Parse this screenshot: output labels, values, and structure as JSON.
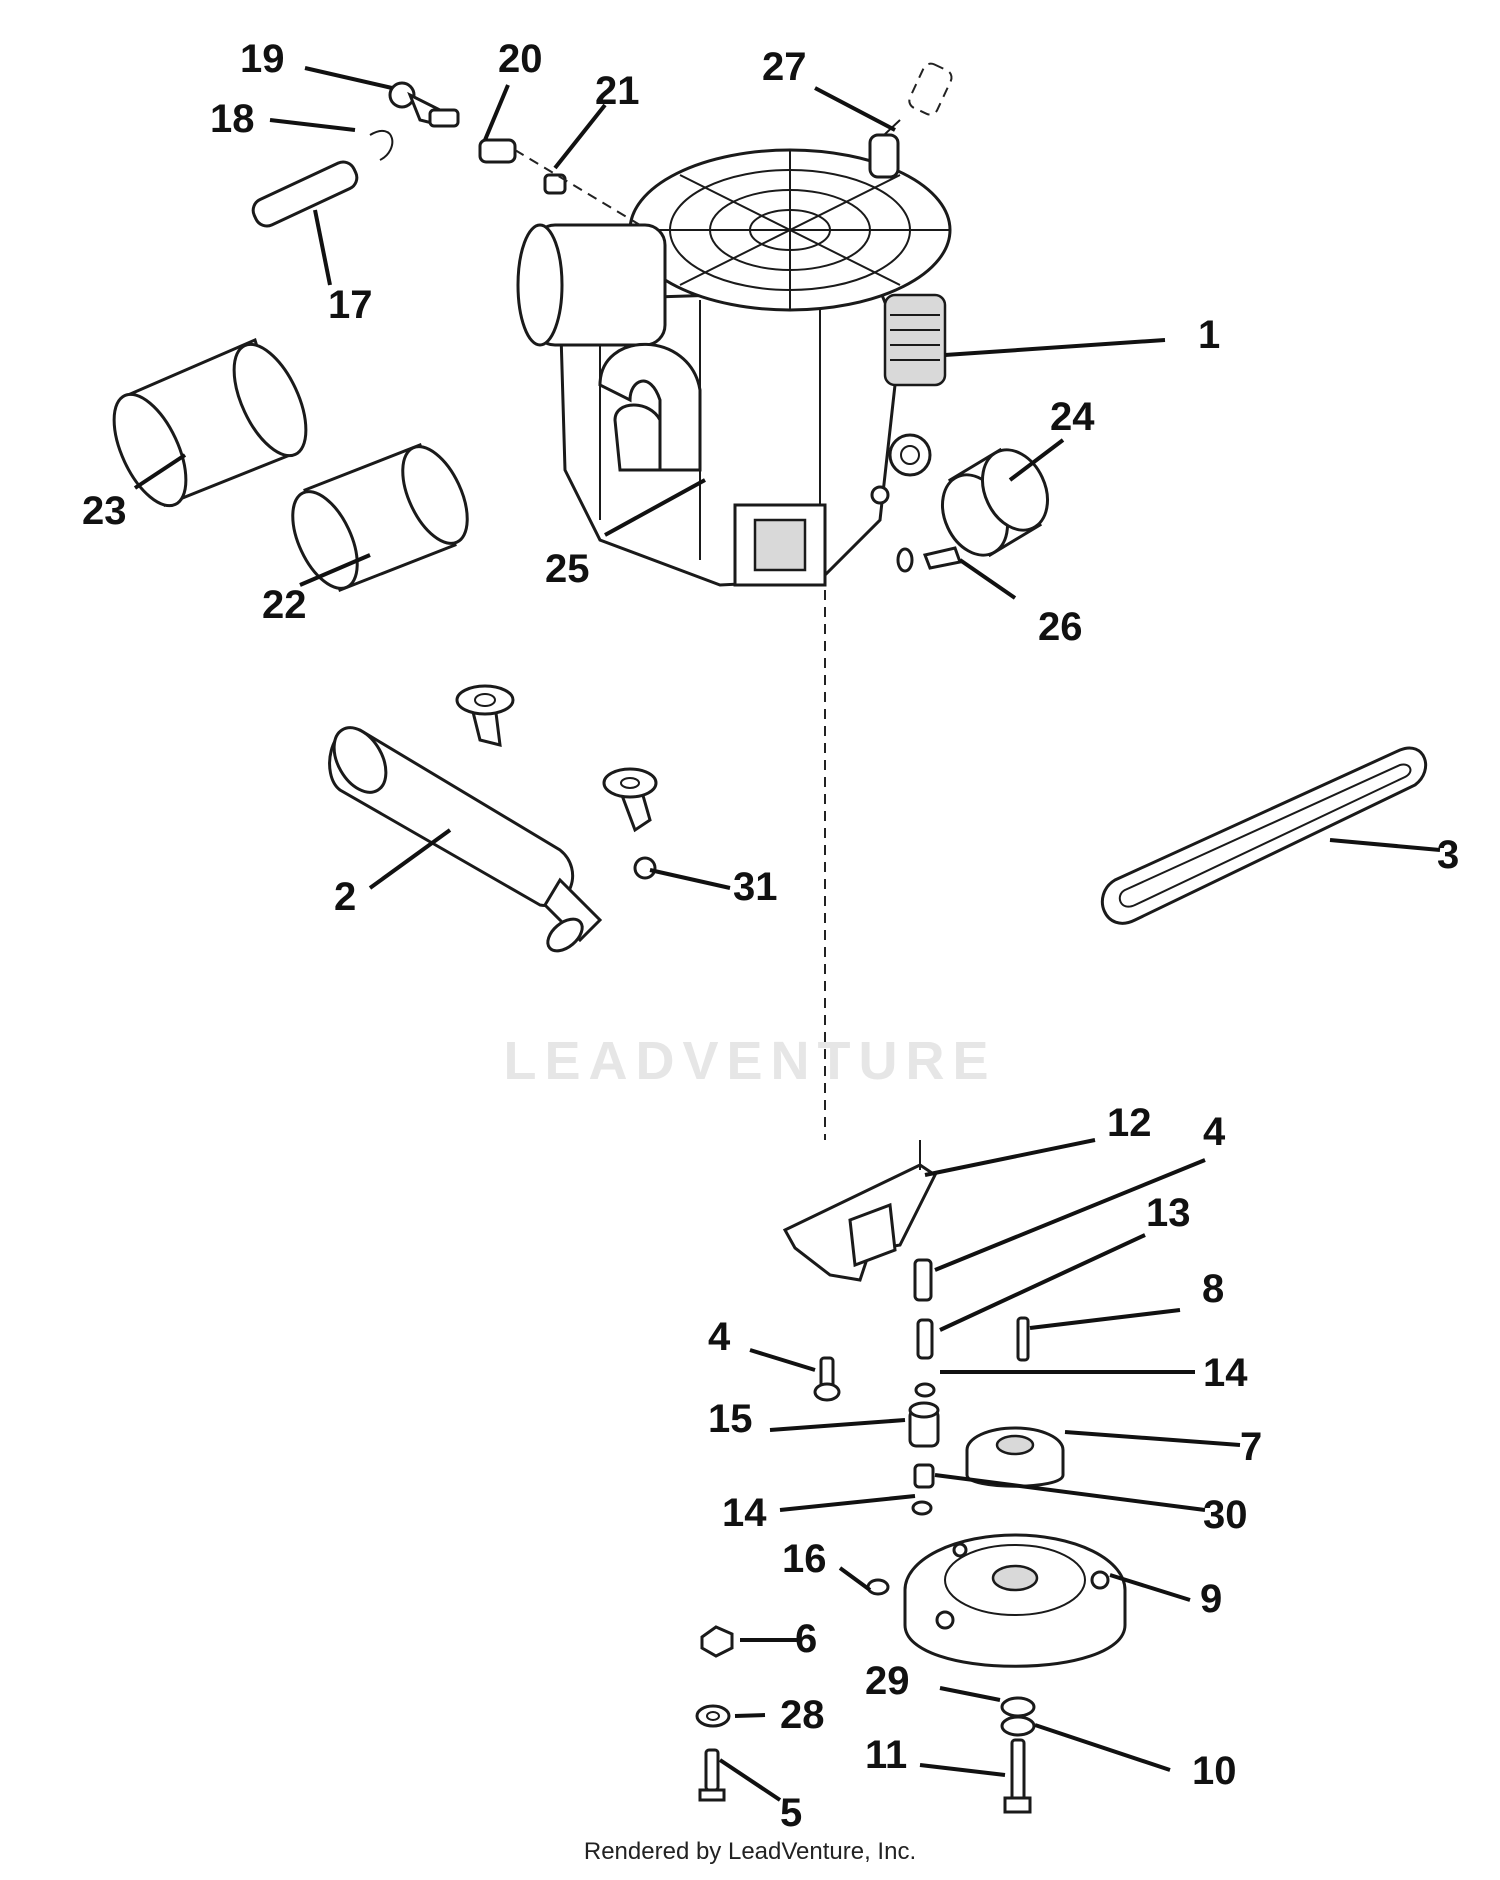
{
  "footer_text": "Rendered by LeadVenture, Inc.",
  "watermark_text": "LEADVENTURE",
  "callouts": {
    "c1": "1",
    "c2": "2",
    "c3": "3",
    "c4a": "4",
    "c4b": "4",
    "c5": "5",
    "c6": "6",
    "c7": "7",
    "c8": "8",
    "c9": "9",
    "c10": "10",
    "c11": "11",
    "c12": "12",
    "c13": "13",
    "c14a": "14",
    "c14b": "14",
    "c15": "15",
    "c16": "16",
    "c17": "17",
    "c18": "18",
    "c19": "19",
    "c20": "20",
    "c21": "21",
    "c22": "22",
    "c23": "23",
    "c24": "24",
    "c25": "25",
    "c26": "26",
    "c27": "27",
    "c28": "28",
    "c29": "29",
    "c30": "30",
    "c31": "31"
  },
  "icons": {
    "engine": "engine-icon",
    "muffler": "muffler-icon",
    "belt": "belt-icon",
    "clutch": "clutch-icon",
    "pulley": "pulley-icon",
    "filter": "oil-filter-icon"
  }
}
